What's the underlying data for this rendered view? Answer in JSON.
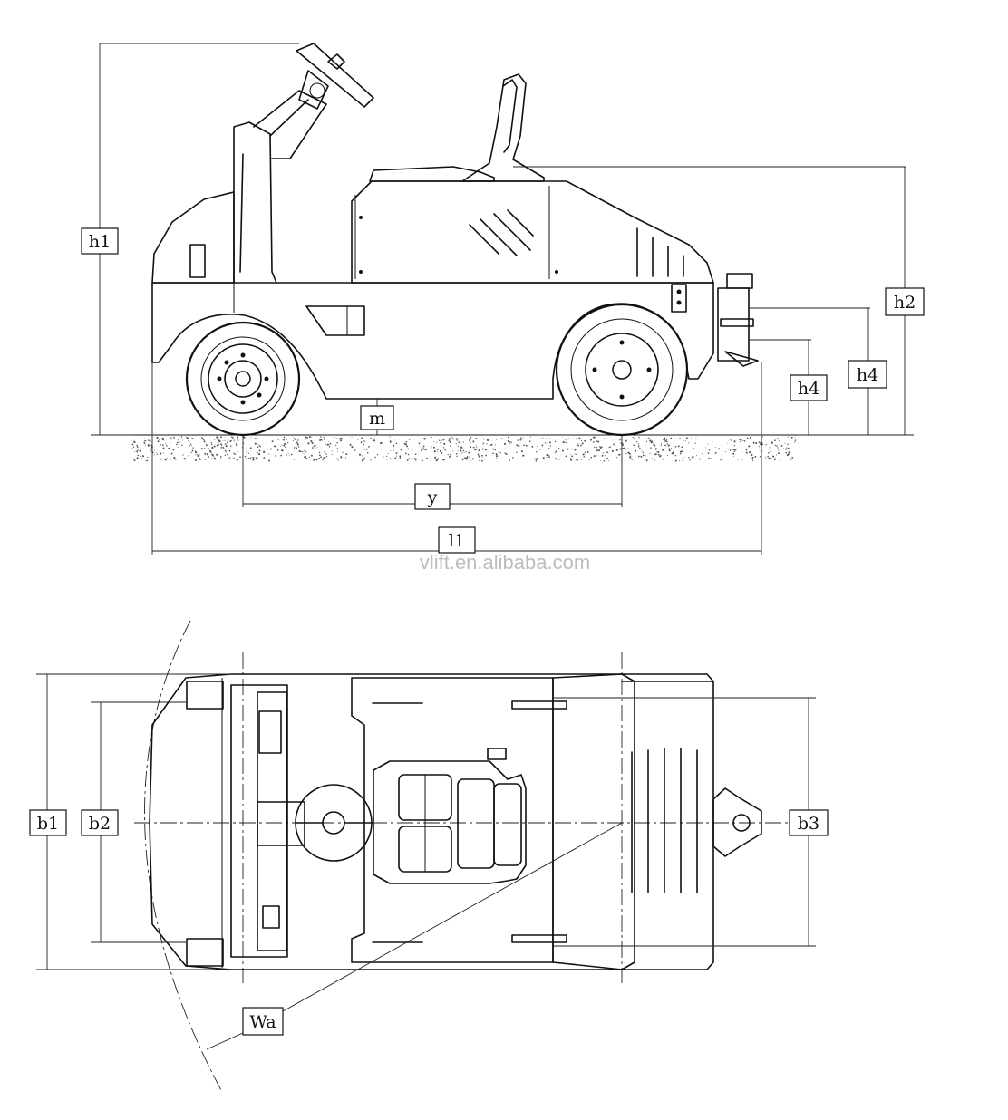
{
  "watermark": "vlift.en.alibaba.com",
  "side_view": {
    "labels": {
      "h1": "h1",
      "h2": "h2",
      "h4_inner": "h4",
      "h4_outer": "h4",
      "m": "m",
      "y": "y",
      "l1": "l1"
    }
  },
  "top_view": {
    "labels": {
      "b1": "b1",
      "b2": "b2",
      "b3": "b3",
      "wa": "Wa"
    }
  },
  "colors": {
    "line": "#111111",
    "ground_dots": "#555555",
    "watermark": "#bdbdbd"
  }
}
